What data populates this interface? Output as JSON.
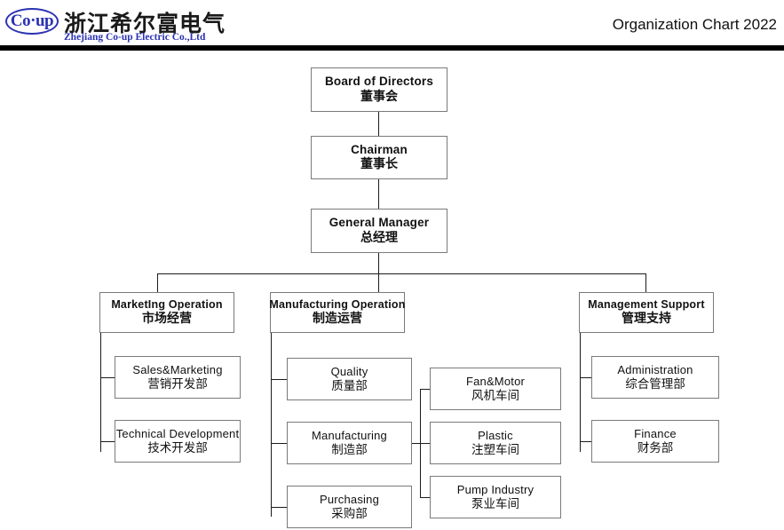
{
  "header": {
    "logo": {
      "mark_text": "Co·up",
      "brand_cn": "浙江希尔富电气",
      "brand_en": "Zhejiang Co-up Electric Co.,Ltd",
      "mark_color": "#2b32b2"
    },
    "title": "Organization Chart 2022"
  },
  "chart_data": {
    "type": "diagram",
    "title": "Organization Chart 2022",
    "nodes": [
      {
        "id": "board",
        "en": "Board of Directors",
        "cn": "董事会",
        "level": "top"
      },
      {
        "id": "chairman",
        "en": "Chairman",
        "cn": "董事长",
        "level": "top"
      },
      {
        "id": "gm",
        "en": "General Manager",
        "cn": "总经理",
        "level": "top"
      },
      {
        "id": "marketing",
        "en": "MarketIng Operation",
        "cn": "市场经营",
        "level": "division"
      },
      {
        "id": "manufacturing",
        "en": "Manufacturing  Operation",
        "cn": "制造运营",
        "level": "division"
      },
      {
        "id": "mgmt",
        "en": "Management Support",
        "cn": "管理支持",
        "level": "division"
      },
      {
        "id": "sales",
        "en": "Sales&Marketing",
        "cn": "营销开发部",
        "level": "department"
      },
      {
        "id": "techdev",
        "en": "Technical Development",
        "cn": "技术开发部",
        "level": "department"
      },
      {
        "id": "quality",
        "en": "Quality",
        "cn": "质量部",
        "level": "department"
      },
      {
        "id": "mfgdept",
        "en": "Manufacturing",
        "cn": "制造部",
        "level": "department"
      },
      {
        "id": "purchasing",
        "en": "Purchasing",
        "cn": "采购部",
        "level": "department"
      },
      {
        "id": "fanmotor",
        "en": "Fan&Motor",
        "cn": "风机车间",
        "level": "workshop"
      },
      {
        "id": "plastic",
        "en": "Plastic",
        "cn": "注塑车间",
        "level": "workshop"
      },
      {
        "id": "pump",
        "en": "Pump Industry",
        "cn": "泵业车间",
        "level": "workshop"
      },
      {
        "id": "admin",
        "en": "Administration",
        "cn": "综合管理部",
        "level": "department"
      },
      {
        "id": "finance",
        "en": "Finance",
        "cn": "财务部",
        "level": "department"
      }
    ],
    "edges": [
      {
        "from": "board",
        "to": "chairman"
      },
      {
        "from": "chairman",
        "to": "gm"
      },
      {
        "from": "gm",
        "to": "marketing"
      },
      {
        "from": "gm",
        "to": "manufacturing"
      },
      {
        "from": "gm",
        "to": "mgmt"
      },
      {
        "from": "marketing",
        "to": "sales"
      },
      {
        "from": "marketing",
        "to": "techdev"
      },
      {
        "from": "manufacturing",
        "to": "quality"
      },
      {
        "from": "manufacturing",
        "to": "mfgdept"
      },
      {
        "from": "manufacturing",
        "to": "purchasing"
      },
      {
        "from": "mfgdept",
        "to": "fanmotor"
      },
      {
        "from": "mfgdept",
        "to": "plastic"
      },
      {
        "from": "mfgdept",
        "to": "pump"
      },
      {
        "from": "mgmt",
        "to": "admin"
      },
      {
        "from": "mgmt",
        "to": "finance"
      }
    ],
    "colors": {
      "box_border": "#7a7a7a",
      "connector": "#1b1b1b",
      "text": "#111111",
      "rule": "#000000"
    }
  }
}
